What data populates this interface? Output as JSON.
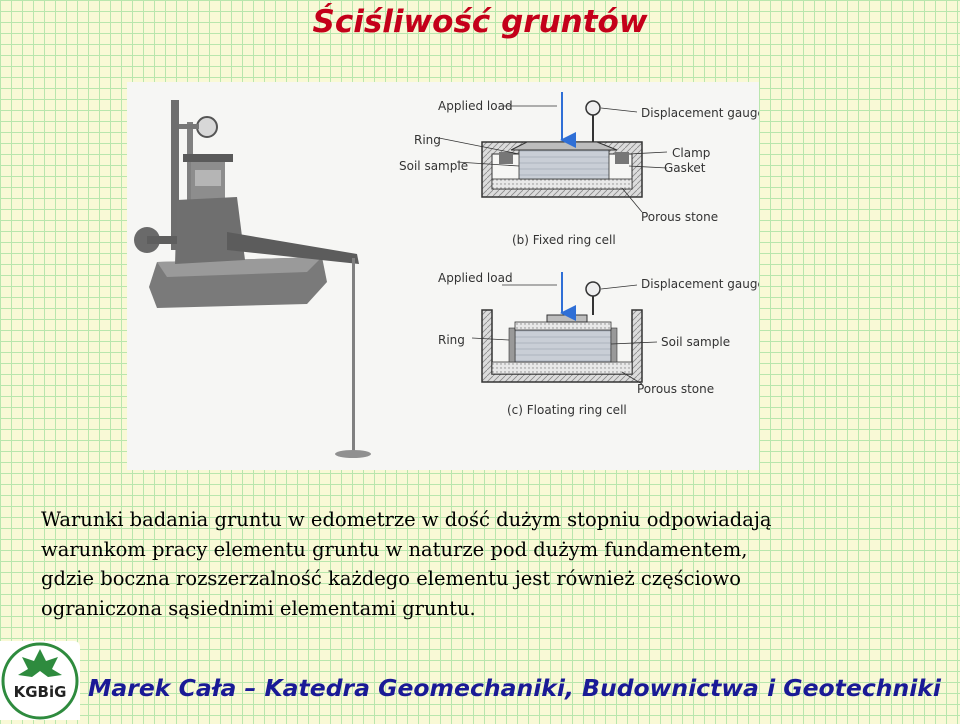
{
  "slide": {
    "title": "Ściśliwość gruntów"
  },
  "figure": {
    "fixed_ring": {
      "applied_load": "Applied load",
      "displacement_gauge": "Displacement gauge",
      "ring": "Ring",
      "clamp": "Clamp",
      "soil_sample": "Soil sample",
      "gasket": "Gasket",
      "porous_stone": "Porous stone",
      "caption": "(b) Fixed ring cell"
    },
    "floating_ring": {
      "applied_load": "Applied load",
      "displacement_gauge": "Displacement gauge",
      "ring": "Ring",
      "soil_sample": "Soil sample",
      "porous_stone": "Porous stone",
      "caption": "(c) Floating ring cell"
    }
  },
  "body": {
    "lines": [
      "Warunki badania gruntu w edometrze w dość dużym stopniu odpowiadają",
      "warunkom pracy elementu gruntu w naturze pod dużym fundamentem,",
      "gdzie boczna rozszerzalność każdego elementu jest również częściowo",
      "ograniczona sąsiednimi elementami gruntu."
    ]
  },
  "footer": {
    "logo_text": "KGBiG",
    "author": "Marek Cała – Katedra Geomechaniki, Budownictwa i Geotechniki"
  },
  "colors": {
    "title": "#c4001a",
    "footer": "#1a1a96",
    "grid": "#b9e6ad",
    "background": "#f9f9d6",
    "arrow": "#2f6fd6"
  }
}
